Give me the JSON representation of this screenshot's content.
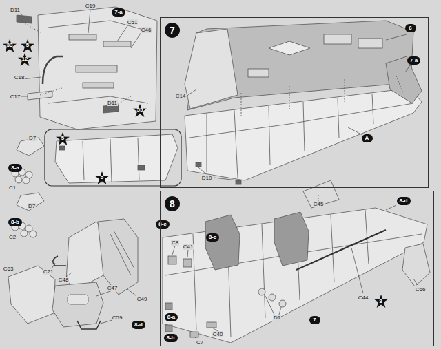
{
  "diagram": {
    "nodes": [
      {
        "text": [
          "33"
        ]
      },
      {
        "text": [
          "5"
        ]
      },
      {
        "text": [
          "12"
        ]
      },
      {
        "text": [
          "7-a"
        ]
      },
      {
        "text": [
          "55"
        ]
      },
      {
        "text": [
          "7"
        ]
      },
      {
        "text": [
          "6"
        ],
        "in": 5
      },
      {
        "text": [
          "7-a"
        ],
        "in": 5
      },
      {
        "text": [
          "A"
        ],
        "in": 5
      },
      {
        "text": [
          "5"
        ]
      },
      {
        "text": [
          "5"
        ]
      },
      {
        "text": [
          "8-a"
        ]
      },
      {
        "text": [
          "8-b"
        ]
      },
      {
        "text": [
          "8-c"
        ]
      },
      {
        "text": [
          "8-d"
        ]
      },
      {
        "text": [
          "8"
        ]
      },
      {
        "text": [
          "8-d"
        ],
        "in": 15
      },
      {
        "text": [
          "8-c"
        ],
        "in": 15
      },
      {
        "text": [
          "8"
        ],
        "in": 15
      },
      {
        "text": [
          "7"
        ],
        "in": 15
      },
      {
        "text": [
          "8-a"
        ],
        "in": 15
      },
      {
        "text": [
          "8-b"
        ],
        "in": 15
      }
    ],
    "labels": [
      "D11",
      "C19",
      "C51",
      "C46",
      "C18",
      "C17",
      "D11",
      "C14",
      "D10",
      "D7",
      "C1",
      "D7",
      "C2",
      "C21",
      "C48",
      "C49",
      "C63",
      "C47",
      "C59",
      "C45",
      "C8",
      "C41",
      "C44",
      "C66",
      "D1",
      "C40",
      "C7"
    ]
  }
}
